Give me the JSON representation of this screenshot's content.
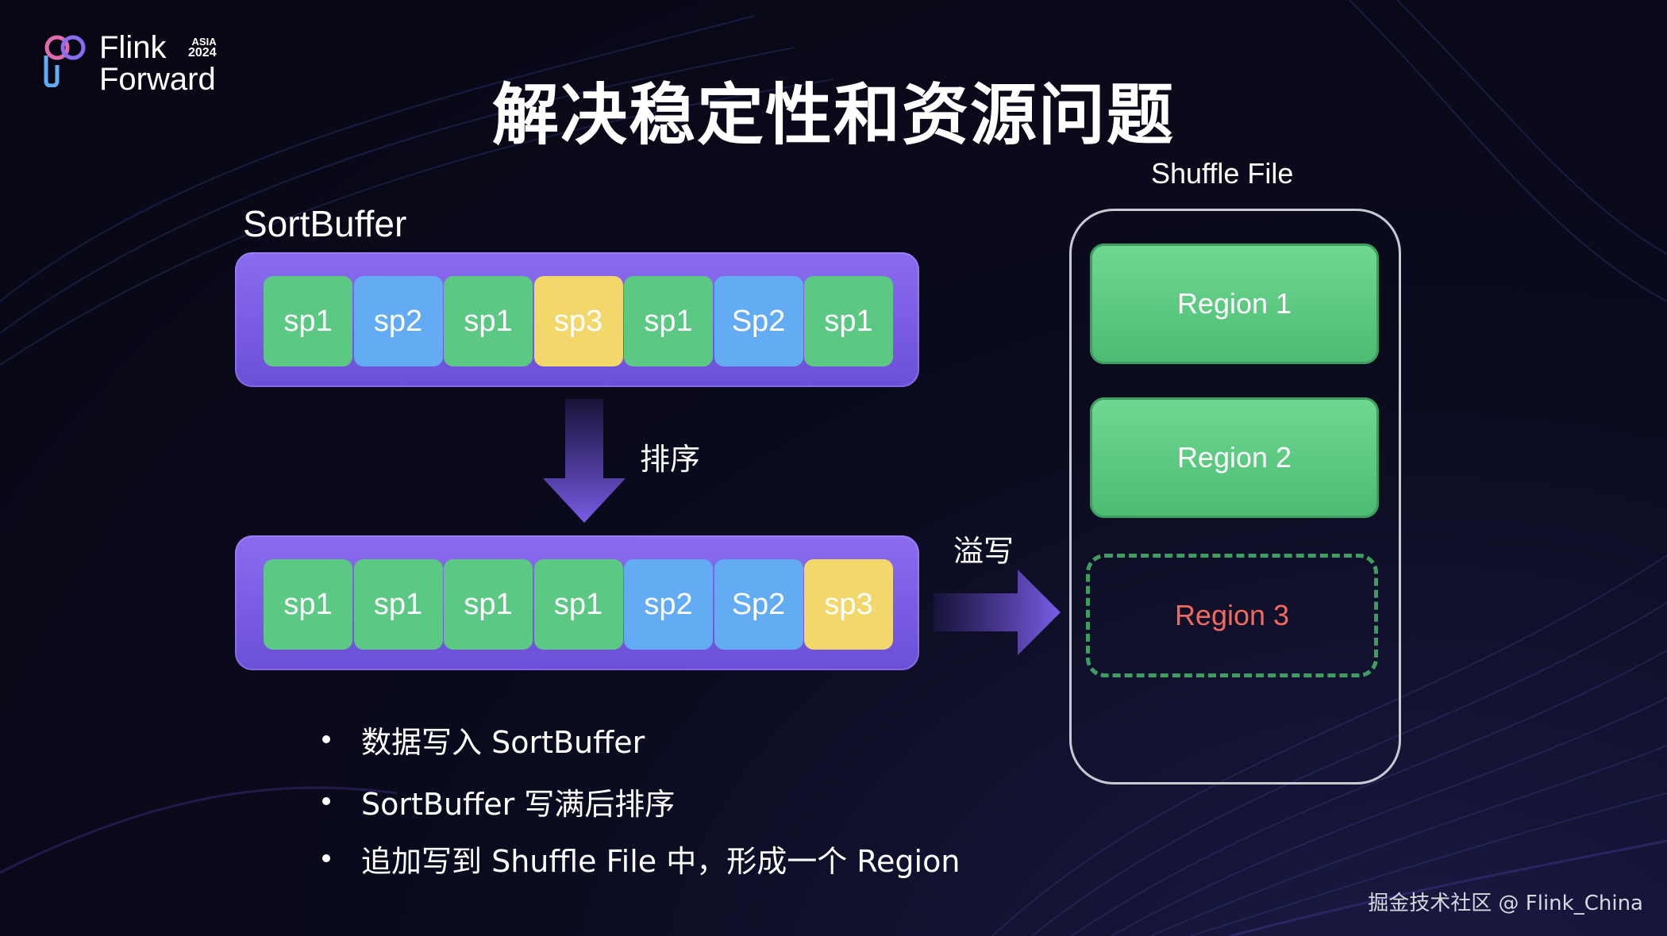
{
  "logo": {
    "line1": "Flink",
    "line2": "Forward",
    "badge_top": "ASIA",
    "badge_year": "2024"
  },
  "title": "解决稳定性和资源问题",
  "sortbuffer_label": "SortBuffer",
  "shuffle_file_label": "Shuffle File",
  "sort_label": "排序",
  "spill_label": "溢写",
  "buffer_before": [
    {
      "text": "sp1",
      "color": "green"
    },
    {
      "text": "sp2",
      "color": "blue"
    },
    {
      "text": "sp1",
      "color": "green"
    },
    {
      "text": "sp3",
      "color": "yellow"
    },
    {
      "text": "sp1",
      "color": "green"
    },
    {
      "text": "Sp2",
      "color": "blue"
    },
    {
      "text": "sp1",
      "color": "green"
    }
  ],
  "buffer_after": [
    {
      "text": "sp1",
      "color": "green"
    },
    {
      "text": "sp1",
      "color": "green"
    },
    {
      "text": "sp1",
      "color": "green"
    },
    {
      "text": "sp1",
      "color": "green"
    },
    {
      "text": "sp2",
      "color": "blue"
    },
    {
      "text": "Sp2",
      "color": "blue"
    },
    {
      "text": "sp3",
      "color": "yellow"
    }
  ],
  "regions": [
    "Region 1",
    "Region 2"
  ],
  "region3": "Region 3",
  "bullets": [
    "数据写入 SortBuffer",
    "SortBuffer 写满后排序",
    "追加写到 Shuffle File 中，形成一个 Region"
  ],
  "watermark": "掘金技术社区 @ Flink_China",
  "colors": {
    "green": "#5bc883",
    "blue": "#63abf2",
    "yellow": "#f2d86a",
    "buffer": "#7a5ce6",
    "region_pending_text": "#f06a5e"
  }
}
